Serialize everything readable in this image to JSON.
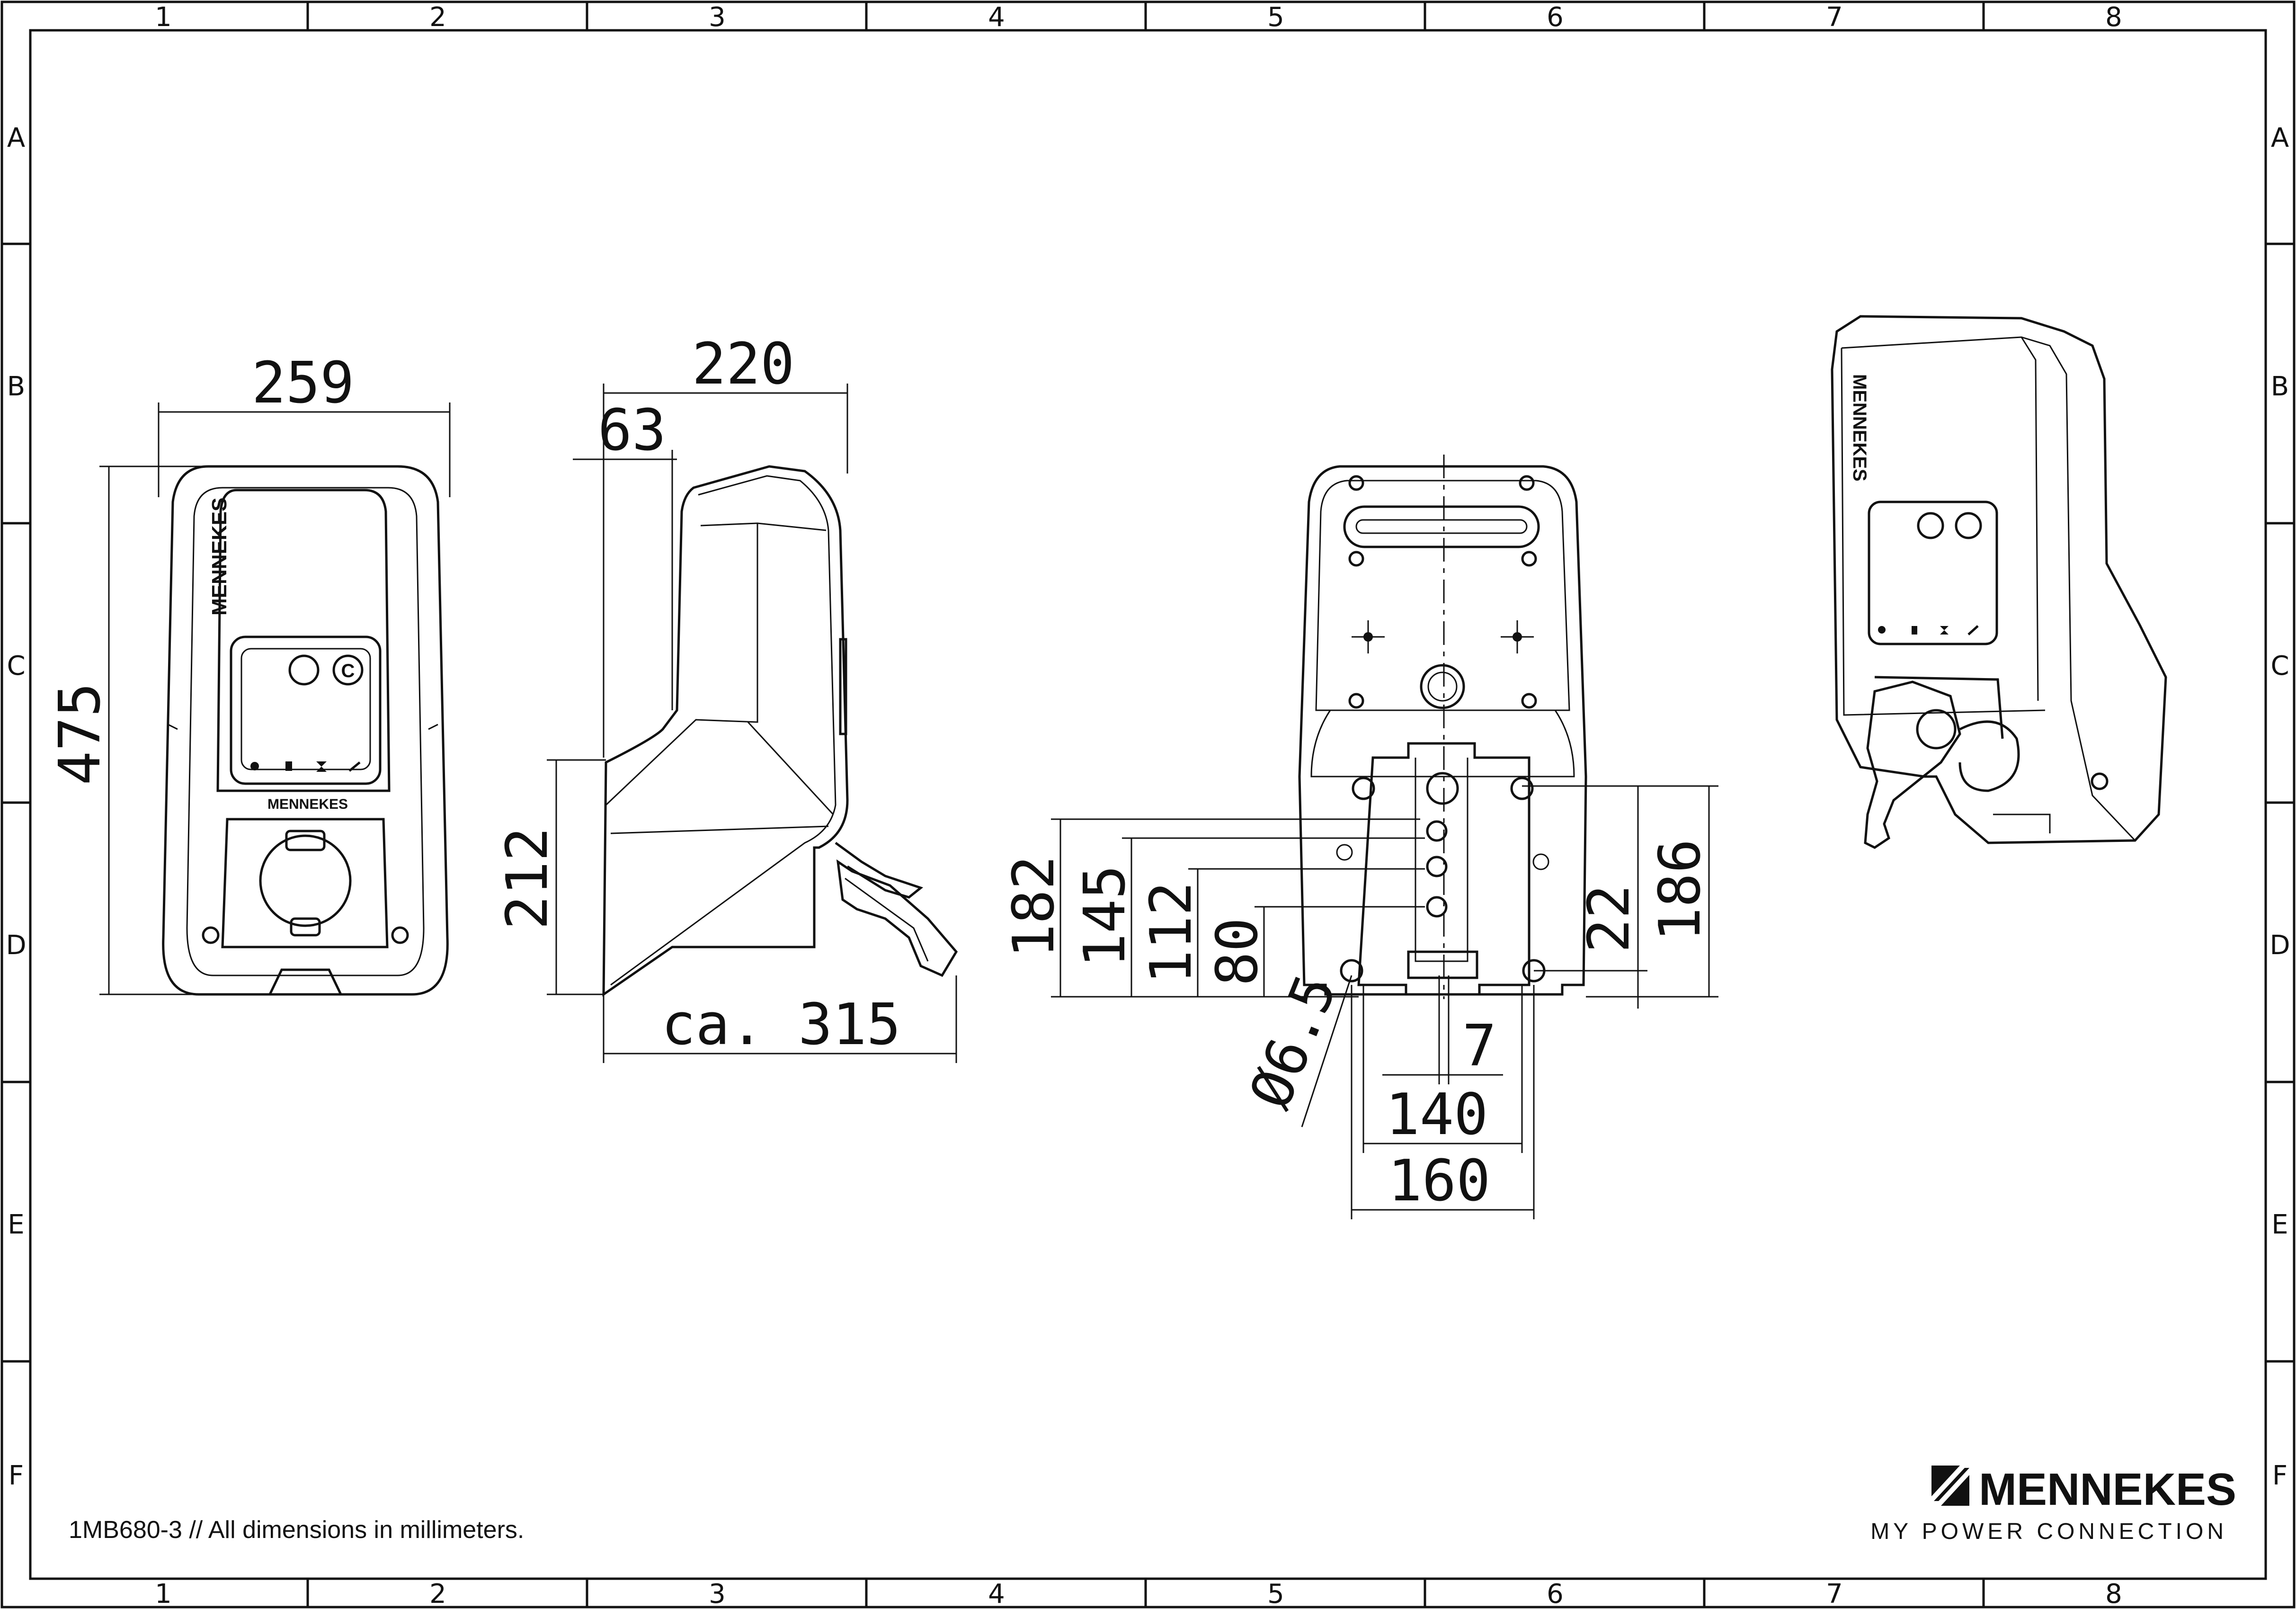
{
  "grid": {
    "columns": [
      "1",
      "2",
      "3",
      "4",
      "5",
      "6",
      "7",
      "8"
    ],
    "rows": [
      "A",
      "B",
      "C",
      "D",
      "E",
      "F"
    ]
  },
  "dimensions": {
    "front_width": "259",
    "front_height": "475",
    "side_depth": "220",
    "side_top_offset": "63",
    "side_lower_height": "212",
    "side_total_depth": "ca. 315",
    "back_182": "182",
    "back_145": "145",
    "back_112": "112",
    "back_80": "80",
    "back_hole_dia": "Ø6.5",
    "back_7": "7",
    "back_140": "140",
    "back_160": "160",
    "back_22": "22",
    "back_186": "186"
  },
  "brand": {
    "name": "MENNEKES",
    "tagline": "MY POWER CONNECTION"
  },
  "footer_note": "1MB680-3 // All dimensions in millimeters."
}
